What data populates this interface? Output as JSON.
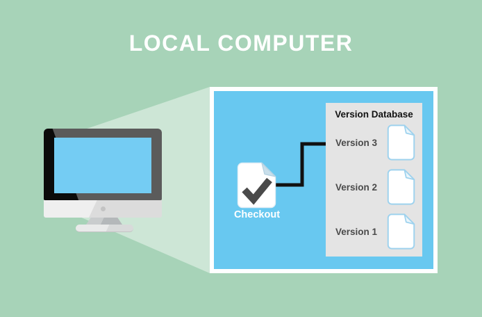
{
  "title": "LOCAL COMPUTER",
  "computer": {
    "icon": "imac-computer-icon"
  },
  "beam": {
    "icon": "zoom-spotlight-beam"
  },
  "checkout": {
    "label": "Checkout",
    "icon": "document-with-checkmark-icon"
  },
  "connector": {
    "from": "Checkout",
    "to": "Version 3",
    "icon": "elbow-connector-line"
  },
  "version_database": {
    "title": "Version Database",
    "items": [
      {
        "label": "Version 3",
        "icon": "document-icon"
      },
      {
        "label": "Version 2",
        "icon": "document-icon"
      },
      {
        "label": "Version 1",
        "icon": "document-icon"
      }
    ]
  },
  "colors": {
    "background": "#a7d3b8",
    "beam": "#cde6d6",
    "panel": "#68c8f0",
    "screen": "#74ccf3",
    "panel_border": "#ffffff",
    "database_bg": "#e4e4e4",
    "database_title_color": "#111111",
    "version_label_color": "#4a4a4a",
    "doc_border": "#9ed2ee",
    "connector": "#111111",
    "checkmark": "#4a4a4a",
    "title_color": "#ffffff",
    "checkout_label_color": "#ffffff"
  }
}
